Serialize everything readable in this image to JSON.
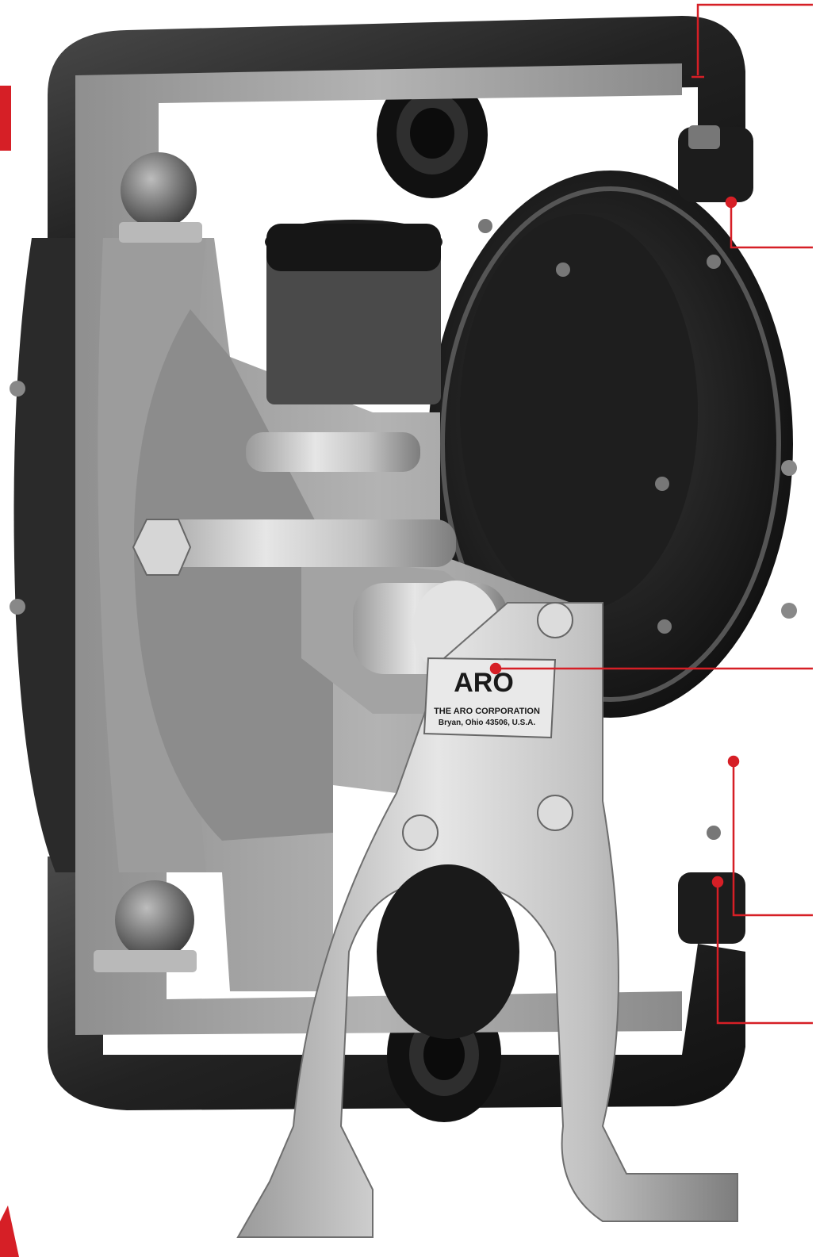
{
  "nameplate": {
    "logo": "ARO",
    "line1": "THE ARO CORPORATION",
    "line2": "Bryan, Ohio 43506, U.S.A."
  },
  "callouts": [
    {
      "id": "callout-top-manifold"
    },
    {
      "id": "callout-manifold-cap"
    },
    {
      "id": "callout-air-valve"
    },
    {
      "id": "callout-fluid-cap"
    },
    {
      "id": "callout-bottom-cap"
    }
  ],
  "colors": {
    "callout": "#d61f26",
    "housing_dark": "#2b2b2b",
    "cutaway": "#a9a9a9",
    "metal": "#c9c9c9"
  }
}
